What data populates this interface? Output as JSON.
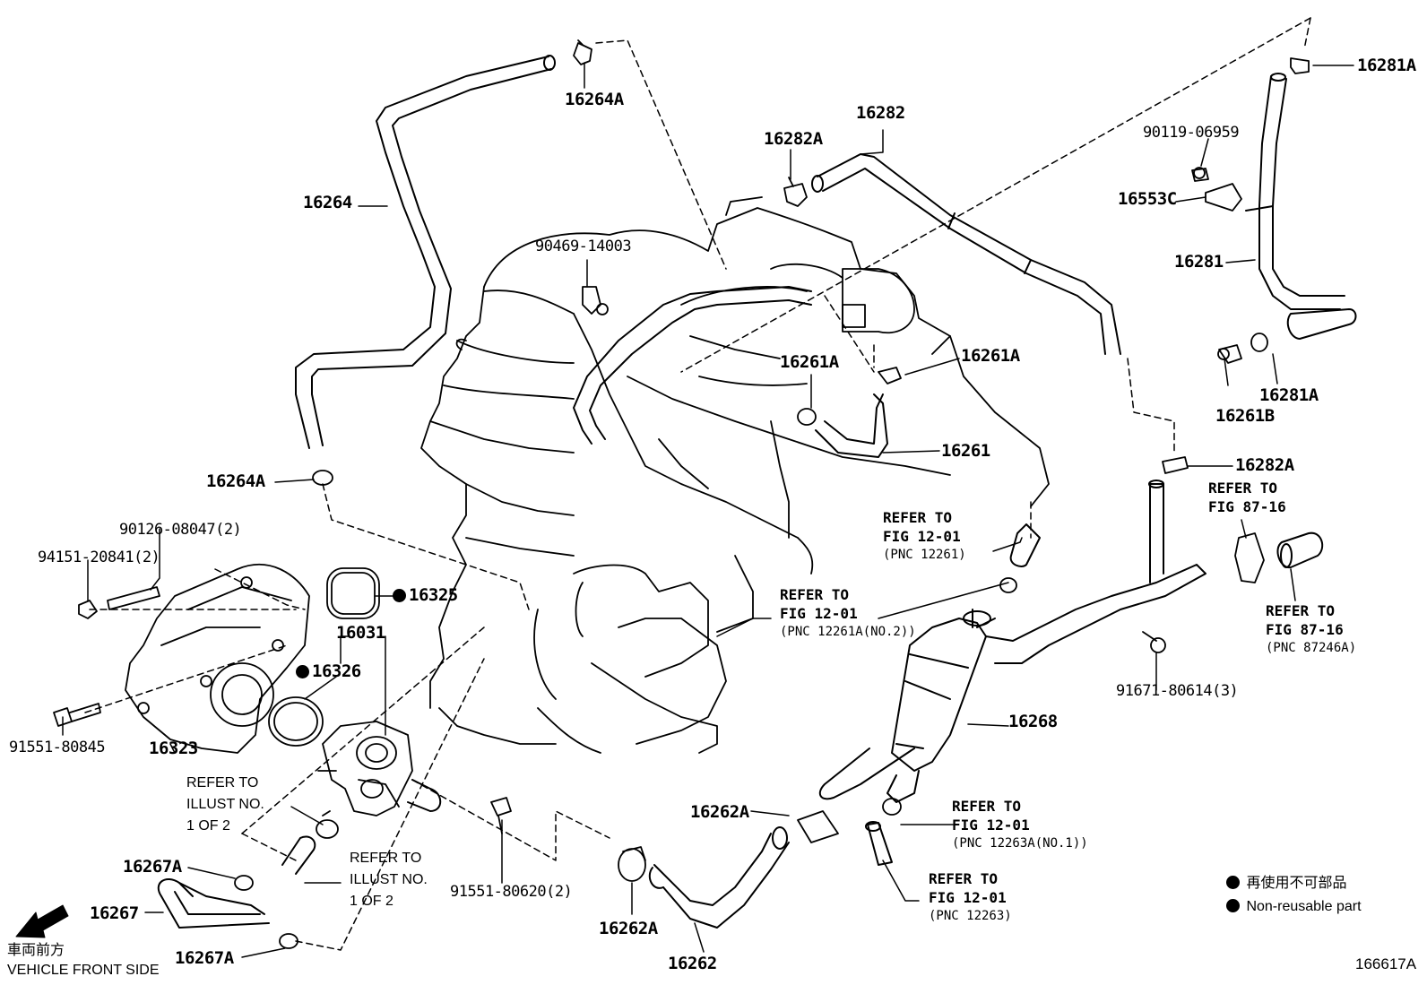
{
  "diagram_id": "166617A",
  "parts": {
    "p16264A_top": "16264A",
    "p16264": "16264",
    "p16264A_bot": "16264A",
    "p90469": "90469-14003",
    "p16282A_top": "16282A",
    "p16282": "16282",
    "p16261A_a": "16261A",
    "p16261A_b": "16261A",
    "p16261": "16261",
    "p16281A_top": "16281A",
    "p90119": "90119-06959",
    "p16553C": "16553C",
    "p16281": "16281",
    "p16261B": "16261B",
    "p16281A_bot": "16281A",
    "p16282A_mid": "16282A",
    "p90126": "90126-08047(2)",
    "p94151": "94151-20841(2)",
    "p16325": "16325",
    "p16031": "16031",
    "p16326": "16326",
    "p91551_845": "91551-80845",
    "p16323": "16323",
    "p91671": "91671-80614(3)",
    "p16268": "16268",
    "p16262A_l": "16262A",
    "p16267A_a": "16267A",
    "p16267": "16267",
    "p16267A_b": "16267A",
    "p91551_620": "91551-80620(2)",
    "p16262A_b": "16262A",
    "p16262": "16262"
  },
  "refs": {
    "r1": {
      "l1": "REFER TO",
      "l2": "FIG 12-01",
      "l3": "(PNC 12261)"
    },
    "r2": {
      "l1": "REFER TO",
      "l2": "FIG 12-01",
      "l3": "(PNC 12261A(NO.2))"
    },
    "r3": {
      "l1": "REFER TO",
      "l2": "FIG 87-16"
    },
    "r4": {
      "l1": "REFER TO",
      "l2": "FIG 87-16",
      "l3": "(PNC 87246A)"
    },
    "r5": {
      "l1": "REFER TO",
      "l2": "FIG 12-01",
      "l3": "(PNC 12263A(NO.1))"
    },
    "r6": {
      "l1": "REFER TO",
      "l2": "FIG 12-01",
      "l3": "(PNC 12263)"
    },
    "i1": {
      "l1": "REFER TO",
      "l2": "ILLUST NO.",
      "l3": "1 OF 2"
    },
    "i2": {
      "l1": "REFER TO",
      "l2": "ILLUST NO.",
      "l3": "1 OF 2"
    }
  },
  "legend": {
    "jp": "再使用不可部品",
    "en": "Non-reusable part"
  },
  "front": {
    "jp": "車両前方",
    "en": "VEHICLE FRONT SIDE"
  },
  "icons": [
    "arrow-front-icon",
    "non-reusable-dot-icon"
  ]
}
